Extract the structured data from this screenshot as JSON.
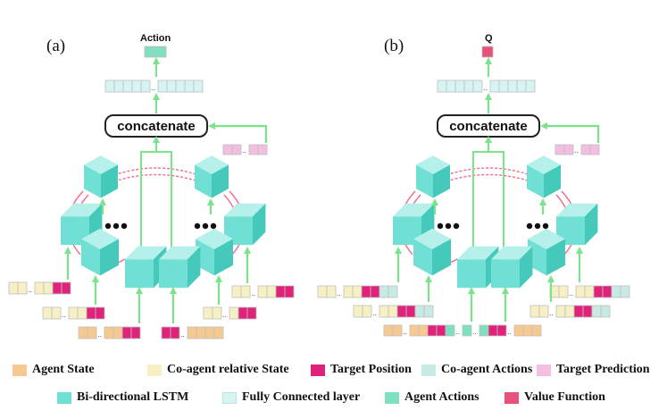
{
  "colors": {
    "agent_state": "#f6c991",
    "coagent_relative_state": "#f6f0c4",
    "target_position": "#e0237a",
    "coagent_actions": "#c7ebe4",
    "target_prediction": "#f2bfe0",
    "bilstm": "#6fe0d3",
    "fully_connected": "#d7f4f2",
    "agent_actions": "#7fe0bf",
    "value_function": "#e8517a",
    "arrow": "#7be38a",
    "loop": "#f26a8c"
  },
  "panels": {
    "a": {
      "label": "(a)",
      "output": "Action",
      "concat": "concatenate"
    },
    "b": {
      "label": "(b)",
      "output": "Q",
      "concat": "concatenate"
    }
  },
  "ellipsis": "...",
  "legend": [
    {
      "key": "agent_state",
      "label": "Agent State"
    },
    {
      "key": "coagent_relative_state",
      "label": "Co-agent relative State"
    },
    {
      "key": "target_position",
      "label": "Target Position"
    },
    {
      "key": "coagent_actions",
      "label": "Co-agent Actions"
    },
    {
      "key": "target_prediction",
      "label": "Target Prediction"
    },
    {
      "key": "bilstm",
      "label": "Bi-directional LSTM"
    },
    {
      "key": "fully_connected",
      "label": "Fully Connected layer"
    },
    {
      "key": "agent_actions",
      "label": "Agent Actions"
    },
    {
      "key": "value_function",
      "label": "Value Function"
    }
  ]
}
